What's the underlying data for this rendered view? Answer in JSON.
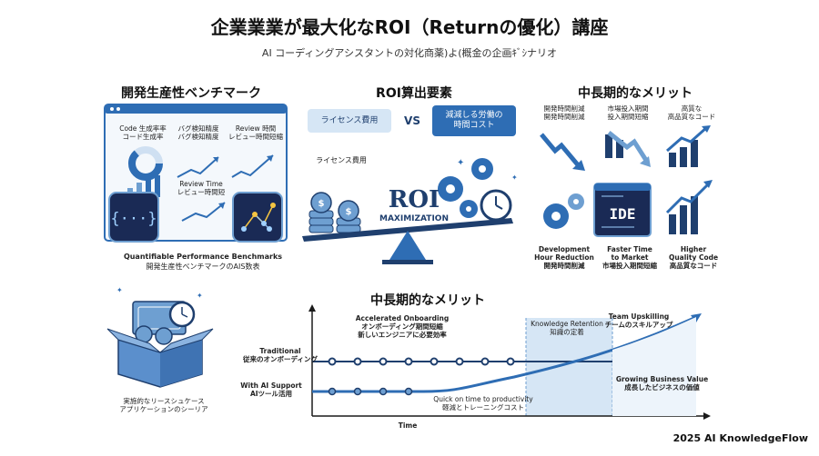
{
  "header": {
    "title": "企業業業が最大化なROI（Returnの優化）講座",
    "subtitle": "AI コーディングアシスタントの対化商薬)よ(概金の企画ｷﾞｼナリオ"
  },
  "left": {
    "heading": "開発生産性ベンチマーク",
    "dash_col1": "Code 生成率率\nコード生成率",
    "dash_col2": "バグ検知精度\nバグ検知精度",
    "dash_col3": "Review 時間\nレビュー時間短縮",
    "dash_review": "Review Time\nレビュー時間短",
    "caption_en": "Quantifiable Performance Benchmarks",
    "caption_jp": "開発生産性ベンチマークのAIS数表"
  },
  "center": {
    "heading": "ROI算出要素",
    "pill_left": "ライセンス費用",
    "vs": "VS",
    "pill_right": "減減しる労働の\n時間コスト",
    "cost_label": "ライセンス費用",
    "roi": "ROI",
    "maximization": "MAXIMIZATION"
  },
  "right": {
    "heading": "中長期的なメリット",
    "top1": "開発時間削減\n開発時間削減",
    "top2": "市場投入期間\n投入期間短縮",
    "top3": "高質な\n高品質なコード",
    "ide": "IDE",
    "bot1": "Development\nHour Reduction\n開発時間削減",
    "bot2": "Faster Time\nto Market\n市場投入期間短縮",
    "bot3": "Higher\nQuality Code\n高品質なコード"
  },
  "box": {
    "caption": "実施的なリースシュケース\nアプリケーションのシーリア"
  },
  "timeline": {
    "heading": "中長期的なメリット",
    "traditional": "Traditional\n従来のオンボーディング",
    "ai_support": "With AI Support\nAIツール活用",
    "onboarding": "Accelerated Onboarding\nオンボーディング期間短縮\n新しいエンジニアに必要効率",
    "knowledge": "Knowledge Retention\n知識の定着",
    "upskilling": "Team Upskilling\nチームのスキルアップ",
    "quick": "Quick on time to productivity\n軽減とトレーニングコスト",
    "growing": "Growing Business Value\n成長したビジネスの価値",
    "time_axis": "Time"
  },
  "footer": {
    "brand": "2025 AI KnowledgeFlow"
  },
  "colors": {
    "navy": "#1f3f6e",
    "blue": "#2e6db4",
    "light": "#d6e6f5",
    "mid": "#6e9fd1"
  }
}
